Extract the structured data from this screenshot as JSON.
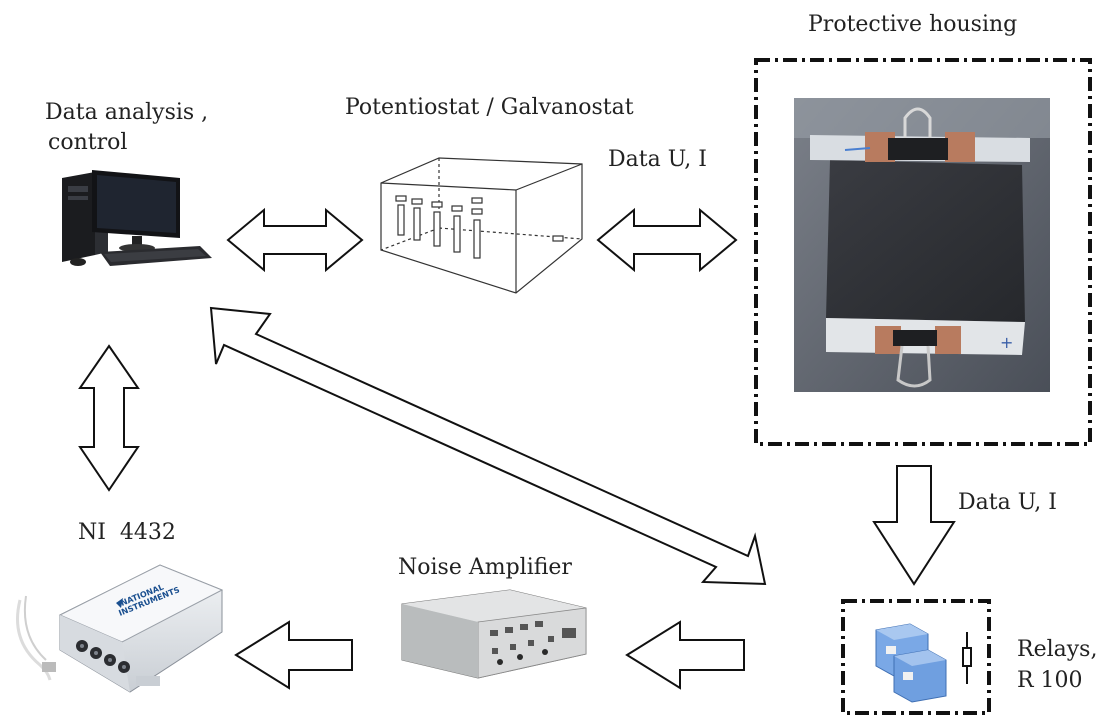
{
  "labels": {
    "data_analysis_line1": "Data analysis ,",
    "data_analysis_line2": "control",
    "potentiostat": "Potentiostat / Galvanostat",
    "protective_housing": "Protective housing",
    "data_ui_top": "Data U, I",
    "data_ui_right": "Data U, I",
    "ni": "NI  4432",
    "noise_amplifier": "Noise Amplifier",
    "relays_line1": "Relays,",
    "relays_line2": "R 100",
    "ni_brand_line1": "NATIONAL",
    "ni_brand_line2": "INSTRUMENTS"
  },
  "colors": {
    "stroke": "#111111",
    "cell_dark": "#2e3036",
    "relay_blue": "#5b8fd6",
    "copper": "#b87b5f"
  }
}
